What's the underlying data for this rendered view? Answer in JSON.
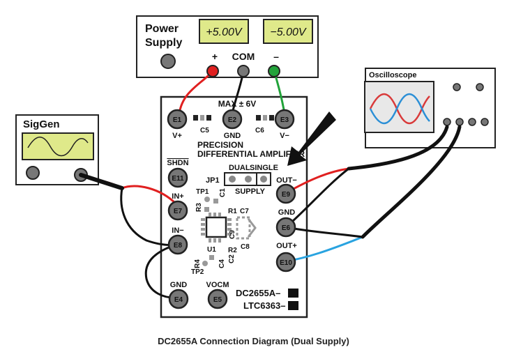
{
  "power_supply": {
    "title_line1": "Power",
    "title_line2": "Supply",
    "display_pos": "+5.00V",
    "display_neg": "−5.00V",
    "term_pos": "+",
    "term_com": "COM",
    "term_neg": "–",
    "display_color": "#dfe98a"
  },
  "siggen": {
    "title": "SigGen"
  },
  "oscilloscope": {
    "title": "Oscilloscope",
    "trace_red": "#d93a3a",
    "trace_blue": "#2b8fd6"
  },
  "board": {
    "header": "MAX ± 6V",
    "title_line1": "PRECISION",
    "title_line2": "DIFFERENTIAL AMPLIFIER",
    "jp1": "JP1",
    "jp_dual": "DUAL",
    "jp_single": "SINGLE",
    "jp_supply": "SUPPLY",
    "part_line1": "DC2655A–",
    "part_line2": "LTC6363–",
    "components": {
      "c5": "C5",
      "c6": "C6",
      "c1": "C1",
      "r3": "R3",
      "r1": "R1",
      "c7": "C7",
      "c9": "C9",
      "c8": "C8",
      "r2": "R2",
      "c2": "C2",
      "u1": "U1",
      "r4": "R4",
      "c4": "C4",
      "tp1": "TP1",
      "tp2": "TP2"
    },
    "terminals": {
      "e1": {
        "id": "E1",
        "label": "V+"
      },
      "e2": {
        "id": "E2",
        "label": "GND"
      },
      "e3": {
        "id": "E3",
        "label": "V−"
      },
      "e11": {
        "id": "E11",
        "label": "SHDN"
      },
      "e7": {
        "id": "E7",
        "label": "IN+"
      },
      "e8": {
        "id": "E8",
        "label": "IN−"
      },
      "e4": {
        "id": "E4",
        "label": "GND"
      },
      "e5": {
        "id": "E5",
        "label": "VOCM"
      },
      "e9": {
        "id": "E9",
        "label": "OUT−"
      },
      "e6": {
        "id": "E6",
        "label": "GND"
      },
      "e10": {
        "id": "E10",
        "label": "OUT+"
      }
    }
  },
  "wire_colors": {
    "red": "#e02020",
    "black": "#111111",
    "green": "#22a33a",
    "blue": "#29a3e0"
  },
  "caption": "DC2655A Connection Diagram (Dual Supply)"
}
